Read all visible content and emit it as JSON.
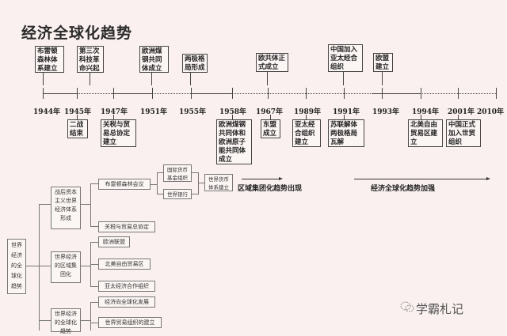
{
  "title": "经济全球化趋势",
  "timeline": {
    "years": [
      "1944年",
      "1945年",
      "1947年",
      "1951年",
      "1955年",
      "1958年",
      "1967年",
      "1989年",
      "1991年",
      "1993年",
      "1994年",
      "2001年",
      "2010年"
    ],
    "above": [
      {
        "year": "1944年",
        "text": "布雷顿森林体系建立"
      },
      {
        "year": "1945年",
        "text": "第三次科技革命兴起"
      },
      {
        "year": "1951年",
        "text": "欧洲煤钢共同体成立"
      },
      {
        "year": "1955年",
        "text": "两极格局形成"
      },
      {
        "year": "1967年",
        "text": "欧共体正式成立"
      },
      {
        "year": "1991年",
        "text": "中国加入亚太经合组织"
      },
      {
        "year": "1993年",
        "text": "欧盟建立"
      }
    ],
    "below": [
      {
        "year": "1945年",
        "text": "二战结束"
      },
      {
        "year": "1947年",
        "text": "关税与贸易总协定建立"
      },
      {
        "year": "1958年",
        "text": "欧洲煤钢共同体和欧洲原子能共同体成立"
      },
      {
        "year": "1967年",
        "text": "东盟成立"
      },
      {
        "year": "1989年",
        "text": "亚太经合组织建立"
      },
      {
        "year": "1991年",
        "text": "苏联解体两极格局瓦解"
      },
      {
        "year": "1994年",
        "text": "北美自由贸易区建立"
      },
      {
        "year": "2001年",
        "text": "中国正式加入世贸组织"
      }
    ],
    "arrows": [
      {
        "label": "区域集团化趋势出现"
      },
      {
        "label": "经济全球化趋势加强"
      }
    ]
  },
  "tree": {
    "root": "世界经济的全球化趋势",
    "branches": [
      {
        "label": "战后资本主义世界经济体系形成",
        "children": [
          {
            "label": "布雷顿森林会议",
            "children": [
              "国际货币基金组织",
              "世界银行"
            ],
            "result": "世界货币体系建立"
          },
          {
            "label": "关税与贸易总协定"
          }
        ]
      },
      {
        "label": "世界经济的区域集团化",
        "children": [
          {
            "label": "欧洲联盟"
          },
          {
            "label": "北美自由贸易区"
          },
          {
            "label": "亚太经济合作组织"
          }
        ]
      },
      {
        "label": "世界经济的全球化趋势",
        "children": [
          {
            "label": "经济向全球化发展"
          },
          {
            "label": "世界贸易组织的建立"
          }
        ]
      }
    ]
  },
  "watermark": "学霸札记"
}
